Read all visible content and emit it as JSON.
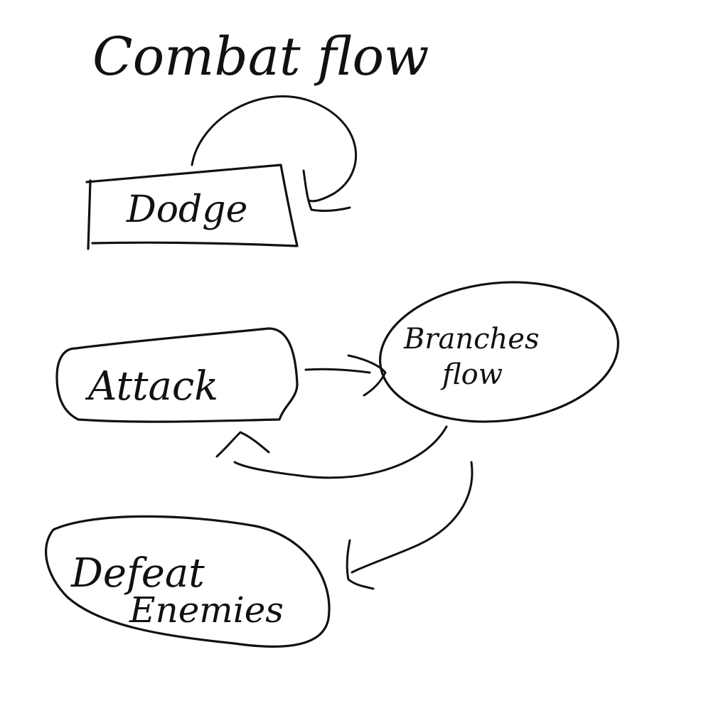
{
  "diagram": {
    "title": "Combat flow",
    "ink_color": "#111111",
    "background_color": "#ffffff",
    "nodes": {
      "dodge": {
        "label": "Dodge",
        "shape": "rectangle"
      },
      "attack": {
        "label": "Attack",
        "shape": "rounded-rectangle"
      },
      "branches": {
        "label_line1": "Branches",
        "label_line2": "flow",
        "shape": "ellipse"
      },
      "defeat": {
        "label_line1": "Defeat",
        "label_line2": "Enemies",
        "shape": "ellipse"
      }
    },
    "edges": [
      {
        "from": "dodge",
        "to": "dodge",
        "kind": "self-loop"
      },
      {
        "from": "attack",
        "to": "branches",
        "kind": "arrow"
      },
      {
        "from": "branches",
        "to": "attack",
        "kind": "arrow"
      },
      {
        "from": "branches",
        "to": "defeat",
        "kind": "arrow"
      }
    ]
  }
}
